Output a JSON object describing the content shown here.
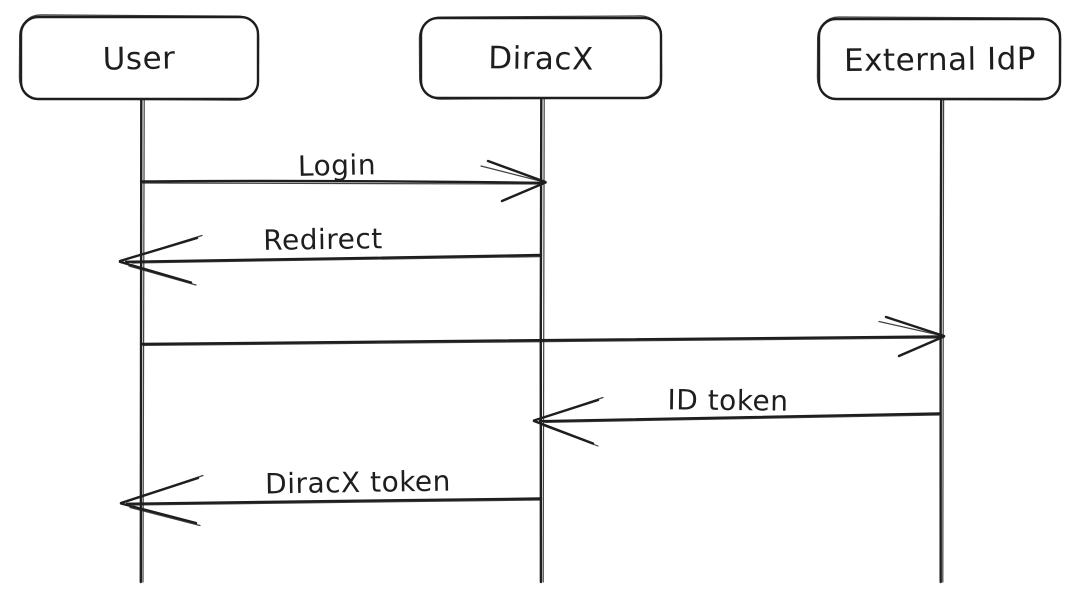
{
  "diagram": {
    "type": "sequence-diagram",
    "style": "hand-drawn",
    "background_color": "#ffffff",
    "stroke_color": "#1e1e1e",
    "actors": [
      {
        "name": "User"
      },
      {
        "name": "DiracX"
      },
      {
        "name": "External IdP"
      }
    ],
    "messages": [
      {
        "label": "Login",
        "from": "User",
        "to": "DiracX"
      },
      {
        "label": "Redirect",
        "from": "DiracX",
        "to": "User"
      },
      {
        "label": "",
        "from": "User",
        "to": "External IdP"
      },
      {
        "label": "ID token",
        "from": "External IdP",
        "to": "DiracX"
      },
      {
        "label": "DiracX token",
        "from": "DiracX",
        "to": "User"
      }
    ]
  }
}
